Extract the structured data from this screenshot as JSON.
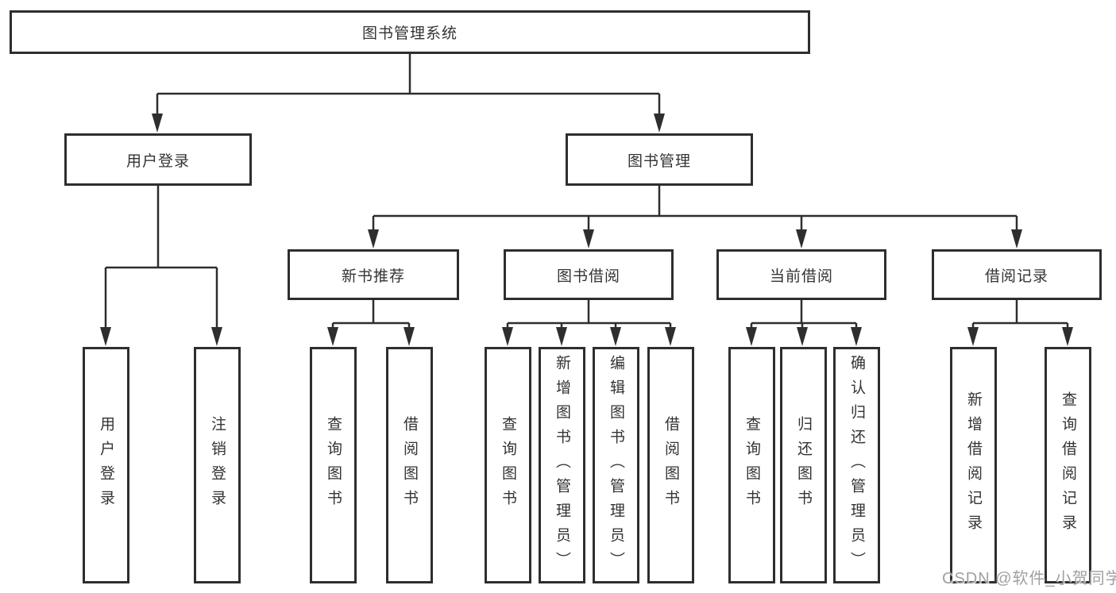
{
  "diagram": {
    "root": {
      "label": "图书管理系统"
    },
    "branches": [
      {
        "label": "用户登录",
        "children": [
          {
            "label": "用户登录"
          },
          {
            "label": "注销登录"
          }
        ]
      },
      {
        "label": "图书管理",
        "children": [
          {
            "label": "新书推荐",
            "children": [
              {
                "label": "查询图书"
              },
              {
                "label": "借阅图书"
              }
            ]
          },
          {
            "label": "图书借阅",
            "children": [
              {
                "label": "查询图书"
              },
              {
                "label": "新增图书（管理员）"
              },
              {
                "label": "编辑图书（管理员）"
              },
              {
                "label": "借阅图书"
              }
            ]
          },
          {
            "label": "当前借阅",
            "children": [
              {
                "label": "查询图书"
              },
              {
                "label": "归还图书"
              },
              {
                "label": "确认归还（管理员）"
              }
            ]
          },
          {
            "label": "借阅记录",
            "children": [
              {
                "label": "新增借阅记录"
              },
              {
                "label": "查询借阅记录"
              }
            ]
          }
        ]
      }
    ]
  },
  "watermark": "CSDN @软件_小贺同学",
  "colors": {
    "line": "#2e2e2e",
    "text": "#333333",
    "background": "#ffffff",
    "watermark": "#a0a0a0"
  }
}
